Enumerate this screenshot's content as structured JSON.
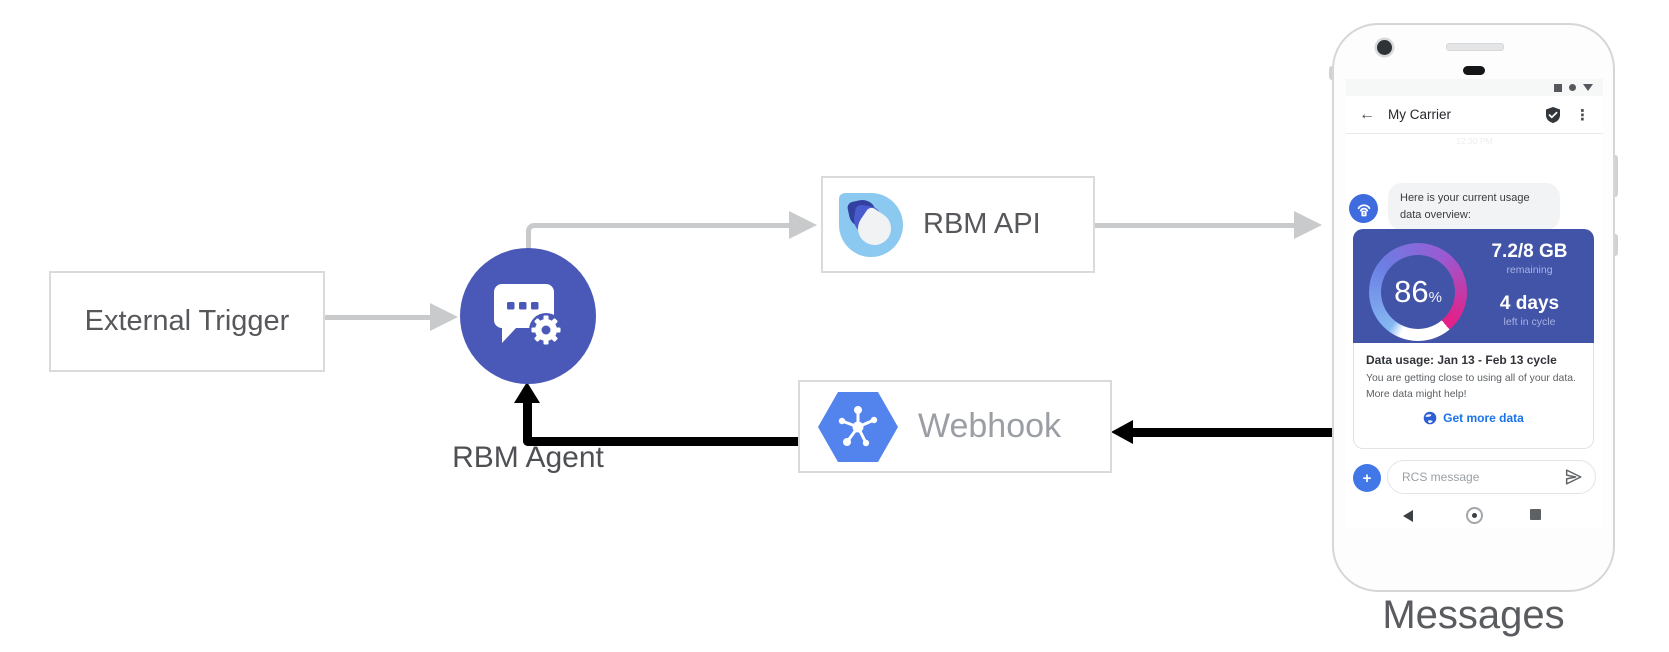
{
  "diagram": {
    "external_trigger_label": "External Trigger",
    "rbm_agent_label": "RBM Agent",
    "rbm_api_label": "RBM API",
    "webhook_label": "Webhook",
    "phone_caption": "Messages"
  },
  "phone": {
    "status_bar": {
      "icons": "square circle triangle-down"
    },
    "header": {
      "back_glyph": "←",
      "title": "My Carrier",
      "menu_glyph": "⋮",
      "timestamp": "12:30 PM"
    },
    "chat": {
      "agent_message": "Here is your current usage data overview:",
      "usage_card": {
        "percent": "86",
        "percent_unit": "%",
        "remaining_value": "7.2/8 GB",
        "remaining_label": "remaining",
        "cycle_value": "4 days",
        "cycle_label": "left in cycle",
        "title": "Data usage: Jan 13 - Feb 13 cycle",
        "body": "You are getting close to using all of your data. More data might help!",
        "action_label": "Get more data"
      }
    },
    "compose": {
      "plus_glyph": "+",
      "placeholder": "RCS message"
    }
  },
  "colors": {
    "agent_indigo": "#4a58b8",
    "card_indigo": "#4254a8",
    "gauge_pink": "#e22189",
    "gauge_light_blue": "#85b8f2",
    "link_blue": "#1a73e8",
    "hexagon_blue": "#5383ec",
    "avatar_blue": "#3e6cdf",
    "plus_blue": "#4277e8",
    "arrow_gray": "#c9cacb",
    "arrow_black": "#000000"
  }
}
